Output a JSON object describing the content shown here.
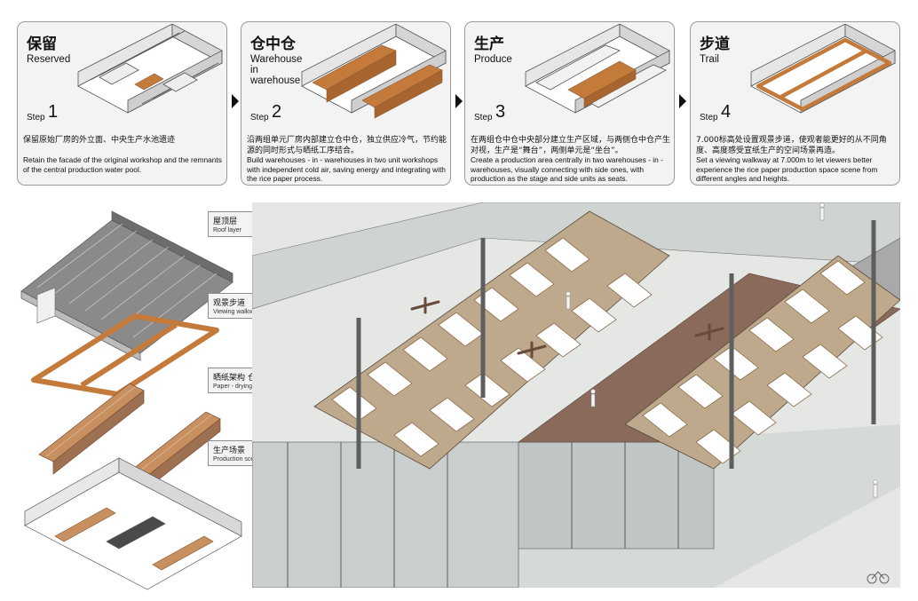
{
  "steps": [
    {
      "title_zh": "保留",
      "title_en": "Reserved",
      "step_word": "Step",
      "step_number": "1",
      "desc_zh": "保留原始厂房的外立面、中央生产水池遗迹",
      "desc_en": "Retain the facade of the original workshop and the remnants of the central production water pool."
    },
    {
      "title_zh": "仓中仓",
      "title_en": "Warehouse in warehouse",
      "step_word": "Step",
      "step_number": "2",
      "desc_zh": "沿两组单元厂房内部建立仓中仓，独立供应冷气，节约能源的同时形式与晒纸工序结合。",
      "desc_en": "Build warehouses - in - warehouses in two unit workshops with independent cold air, saving energy and integrating with the rice paper process."
    },
    {
      "title_zh": "生产",
      "title_en": "Produce",
      "step_word": "Step",
      "step_number": "3",
      "desc_zh": "在两组仓中仓中央部分建立生产区域，与两侧仓中仓产生对视，生产是“舞台”，两侧单元是“坐台”。",
      "desc_en": "Create a production area centrally in two warehouses - in - warehouses, visually connecting with side ones, with production as the stage  and side units as seats."
    },
    {
      "title_zh": "步道",
      "title_en": "Trail",
      "step_word": "Step",
      "step_number": "4",
      "desc_zh": "7.000标高处设置观景步道，使观者能更好的从不同角度、高度感受宣纸生产的空间场景再造。",
      "desc_en": "Set a viewing walkway at 7.000m to let viewers better experience the rice paper production space scene from different angles and heights."
    }
  ],
  "layers": [
    {
      "zh": "屋顶层",
      "en": "Roof layer"
    },
    {
      "zh": "观景步道",
      "en": "Viewing walkway"
    },
    {
      "zh": "晒纸架构  仓中仓",
      "en": "Paper - drying structure"
    },
    {
      "zh": "生产场景",
      "en": "Production scene"
    }
  ],
  "colors": {
    "wood": "#c47a3a",
    "wood_dark": "#8a5a30",
    "card_bg": "#f3f3f3",
    "line": "#555555",
    "glass": "#d9dcdc"
  }
}
